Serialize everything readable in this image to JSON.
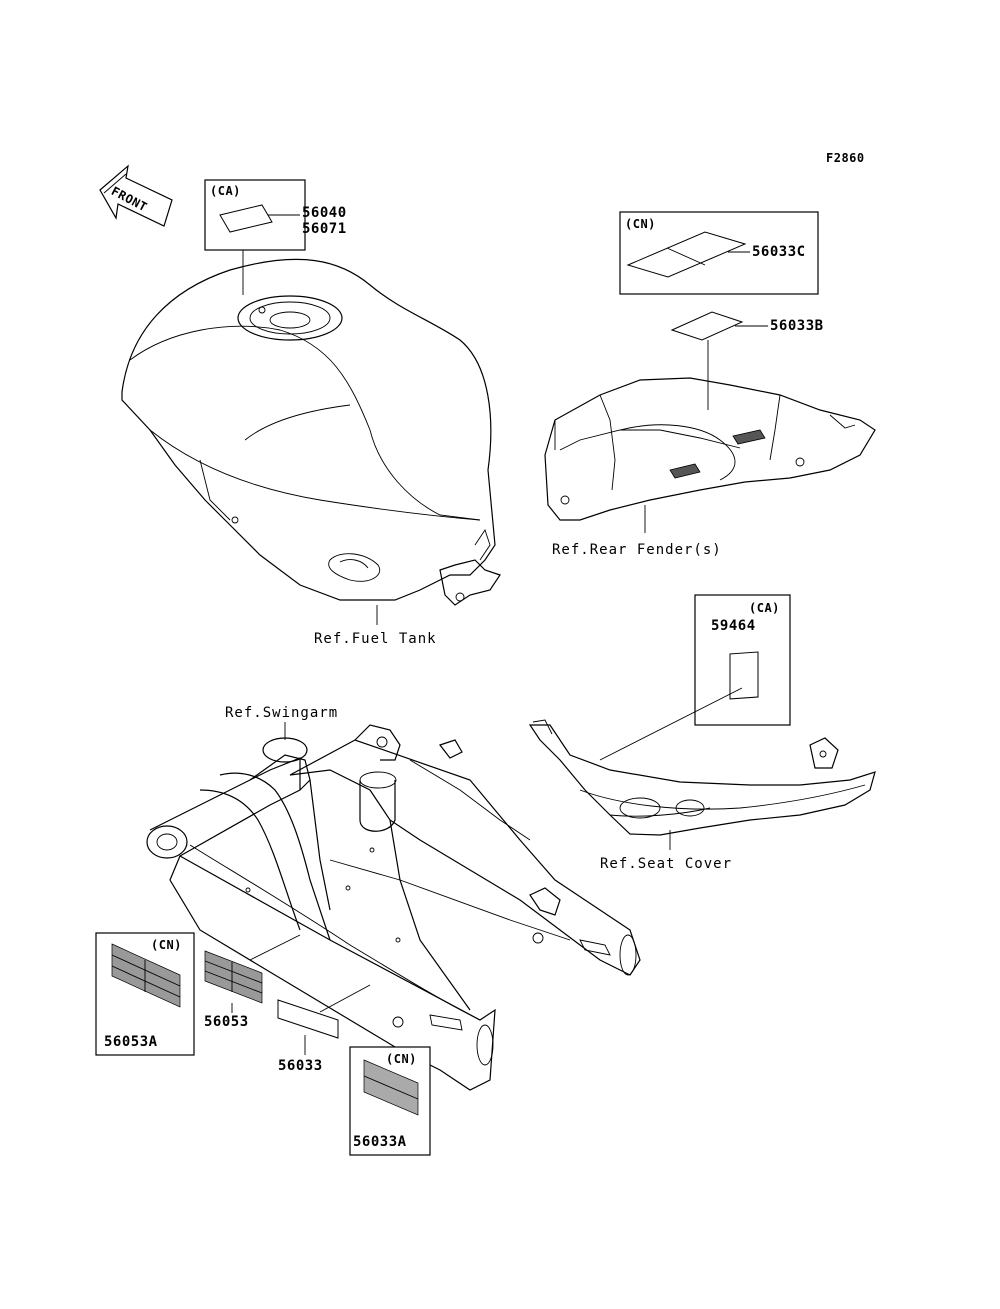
{
  "figure_code": "F2860",
  "front_arrow_label": "FRONT",
  "groups": {
    "fuel_tank_label": {
      "region": "(CA)",
      "parts": [
        "56040",
        "56071"
      ]
    },
    "rear_fender_label_cn": {
      "region": "(CN)",
      "parts": [
        "56033C"
      ]
    },
    "rear_fender_label": {
      "parts": [
        "56033B"
      ]
    },
    "seat_cover_label": {
      "region": "(CA)",
      "parts": [
        "59464"
      ]
    },
    "swingarm_label_cn_a": {
      "region": "(CN)",
      "parts": [
        "56053A"
      ]
    },
    "swingarm_label_a": {
      "parts": [
        "56053"
      ]
    },
    "swingarm_label_b": {
      "parts": [
        "56033"
      ]
    },
    "swingarm_label_cn_b": {
      "region": "(CN)",
      "parts": [
        "56033A"
      ]
    }
  },
  "references": {
    "fuel_tank": "Ref.Fuel Tank",
    "rear_fender": "Ref.Rear Fender(s)",
    "swingarm": "Ref.Swingarm",
    "seat_cover": "Ref.Seat Cover"
  }
}
